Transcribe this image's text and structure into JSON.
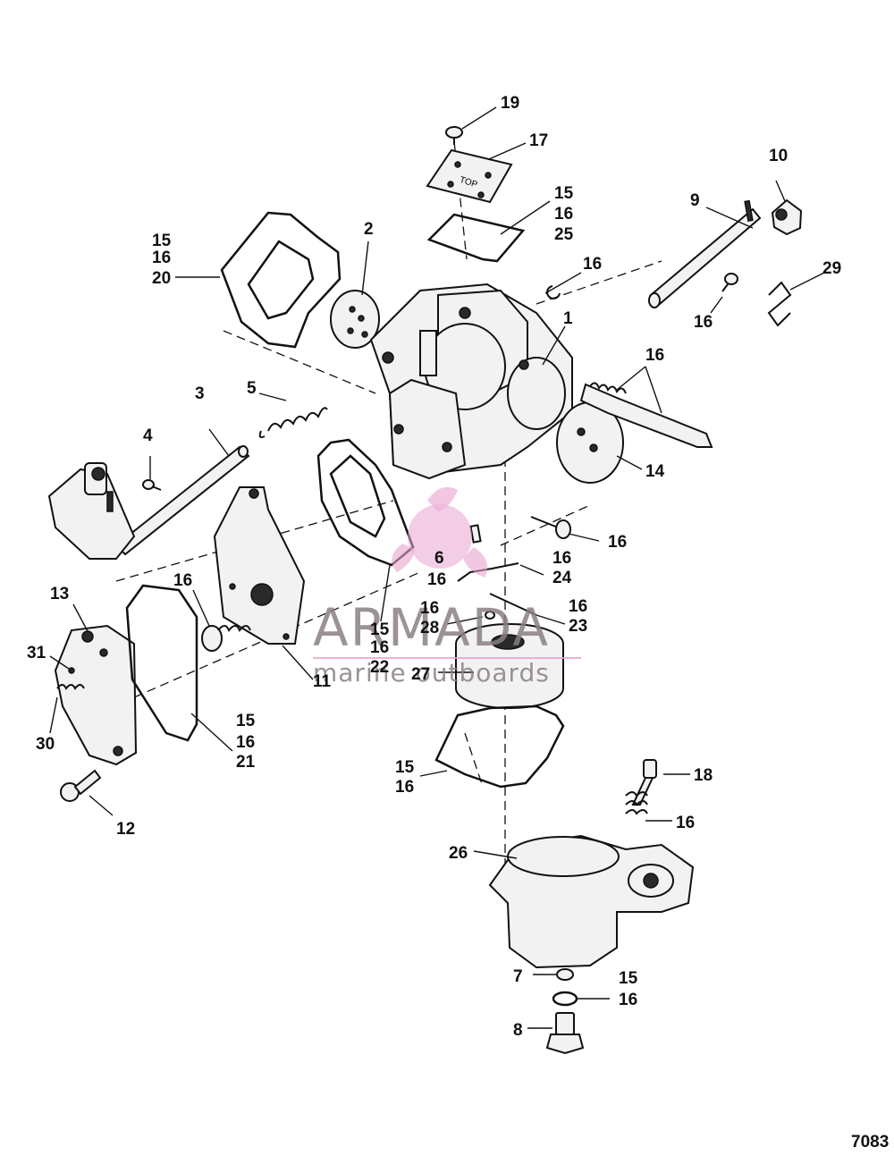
{
  "figure_id": "7083",
  "watermark": {
    "brand": "ARMADA",
    "tagline": "marine outboards",
    "color": "#e9a3cf"
  },
  "callouts": {
    "c1": "1",
    "c2": "2",
    "c3": "3",
    "c4": "4",
    "c5": "5",
    "c6": "6",
    "c7": "7",
    "c8": "8",
    "c9": "9",
    "c10": "10",
    "c11": "11",
    "c12": "12",
    "c13": "13",
    "c14": "14",
    "c17": "17",
    "c18": "18",
    "c19": "19",
    "c26": "26",
    "c27": "27",
    "c29": "29",
    "c30": "30",
    "c31": "31",
    "g_15_16_20": [
      "15",
      "16",
      "20"
    ],
    "g_15_16_25": [
      "15",
      "16",
      "25"
    ],
    "g_16_a": "16",
    "g_16_b": "16",
    "g_16_c": "16",
    "g_16_d": "16",
    "g_16_e": "16",
    "g_16_f": "16",
    "g_16_24": [
      "16",
      "16",
      "24"
    ],
    "g_16_23": [
      "16",
      "23"
    ],
    "g_16_28": [
      "16",
      "28"
    ],
    "g_15_16_22": [
      "15",
      "16",
      "22"
    ],
    "g_15_16_21": [
      "15",
      "16",
      "21"
    ],
    "g_15_16": [
      "15",
      "16"
    ],
    "g_15_16_low": [
      "15",
      "16"
    ],
    "top_mark": "TOP"
  }
}
